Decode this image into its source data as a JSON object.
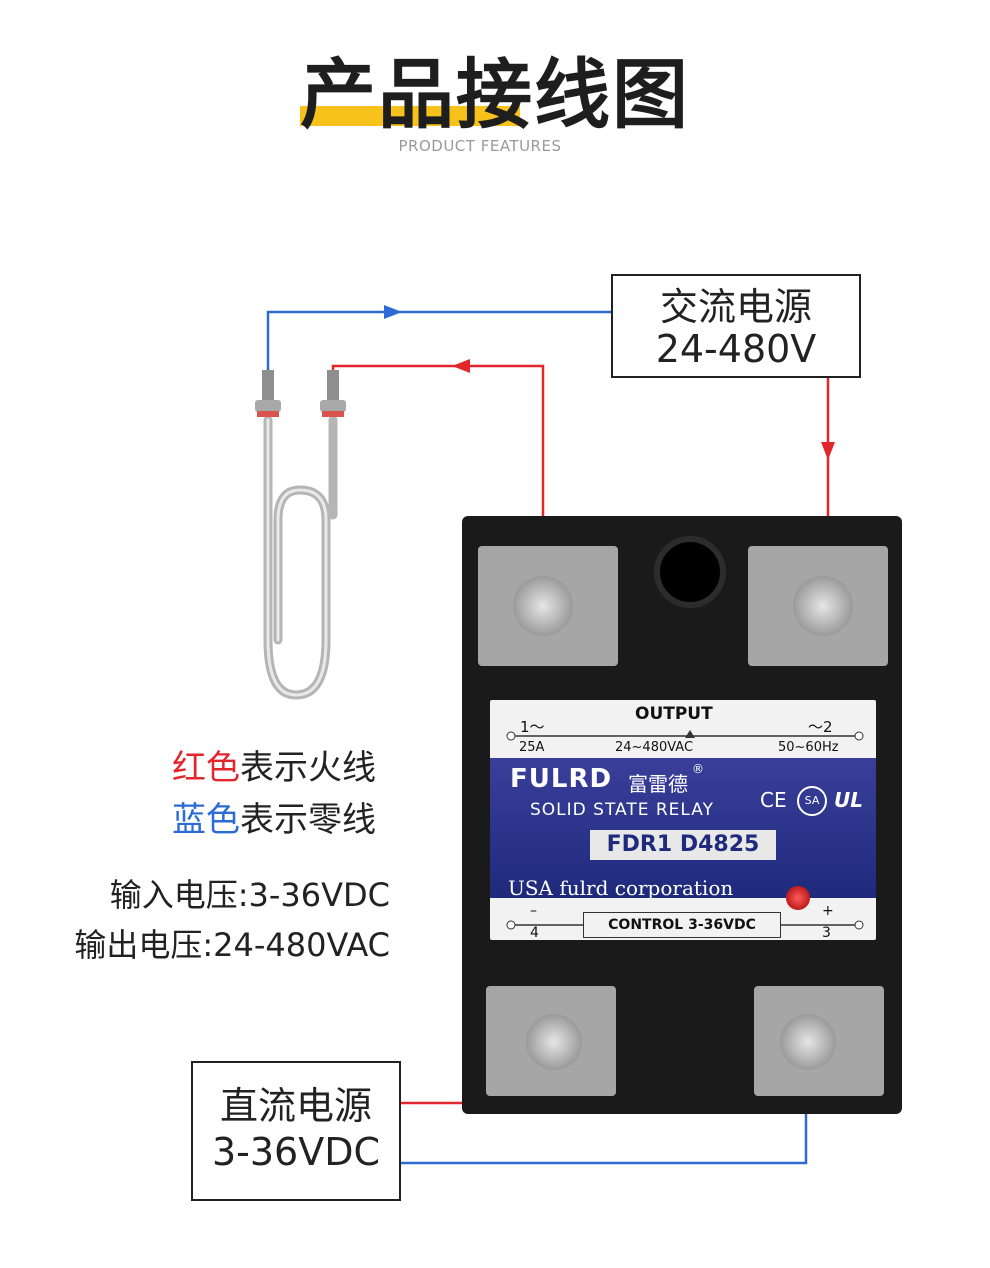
{
  "header": {
    "title": "产品接线图",
    "subtitle": "PRODUCT  FEATURES"
  },
  "ac_source": {
    "line1": "交流电源",
    "line2": "24-480V"
  },
  "dc_source": {
    "line1": "直流电源",
    "line2": "3-36VDC"
  },
  "legend": {
    "red_term": "红色",
    "red_text": "表示火线",
    "blue_term": "蓝色",
    "blue_text": "表示零线"
  },
  "specs": {
    "input": "输入电压:3-36VDC",
    "output": "输出电压:24-480VAC"
  },
  "relay": {
    "output_title": "OUTPUT",
    "t1": "1～",
    "t2": "～2",
    "current": "25A",
    "voltage_ac": "24~480VAC",
    "freq": "50~60Hz",
    "brand": "FULRD",
    "brand_cn": "富雷德",
    "reg": "®",
    "type": "SOLID  STATE  RELAY",
    "cert_ce": "CE",
    "cert_sa": "SA",
    "cert_ul": "UL",
    "model": "FDR1 D4825",
    "company": "USA fulrd corporation",
    "control": "CONTROL 3-36VDC",
    "minus": "–",
    "plus": "+",
    "t4": "4",
    "t3": "3"
  },
  "colors": {
    "live": "#e3262c",
    "neutral": "#2b6bd3",
    "title_accent": "#f6c21b"
  }
}
